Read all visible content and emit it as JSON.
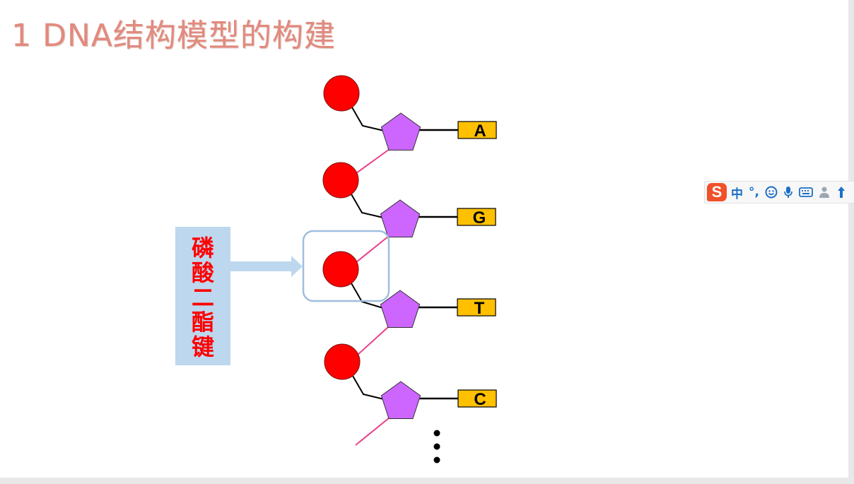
{
  "slide": {
    "title": "1 DNA结构模型的构建"
  },
  "diagram": {
    "bases": [
      "A",
      "G",
      "T",
      "C"
    ],
    "bond_label_chars": [
      "磷",
      "酸",
      "二",
      "酯",
      "键"
    ],
    "continuation": "…",
    "colors": {
      "phosphate": "#ff0000",
      "sugar": "#cc66ff",
      "base_box": "#ffc000",
      "phosphodiester_bond": "#e8408a",
      "callout_fill": "#bdd7ee",
      "label_text": "#ff0000"
    }
  },
  "ime_toolbar": {
    "logo": "S",
    "mode": "中",
    "punct": "°,",
    "icons": [
      "emoji-icon",
      "microphone-icon",
      "keyboard-icon",
      "user-icon",
      "up-arrow-icon"
    ]
  }
}
